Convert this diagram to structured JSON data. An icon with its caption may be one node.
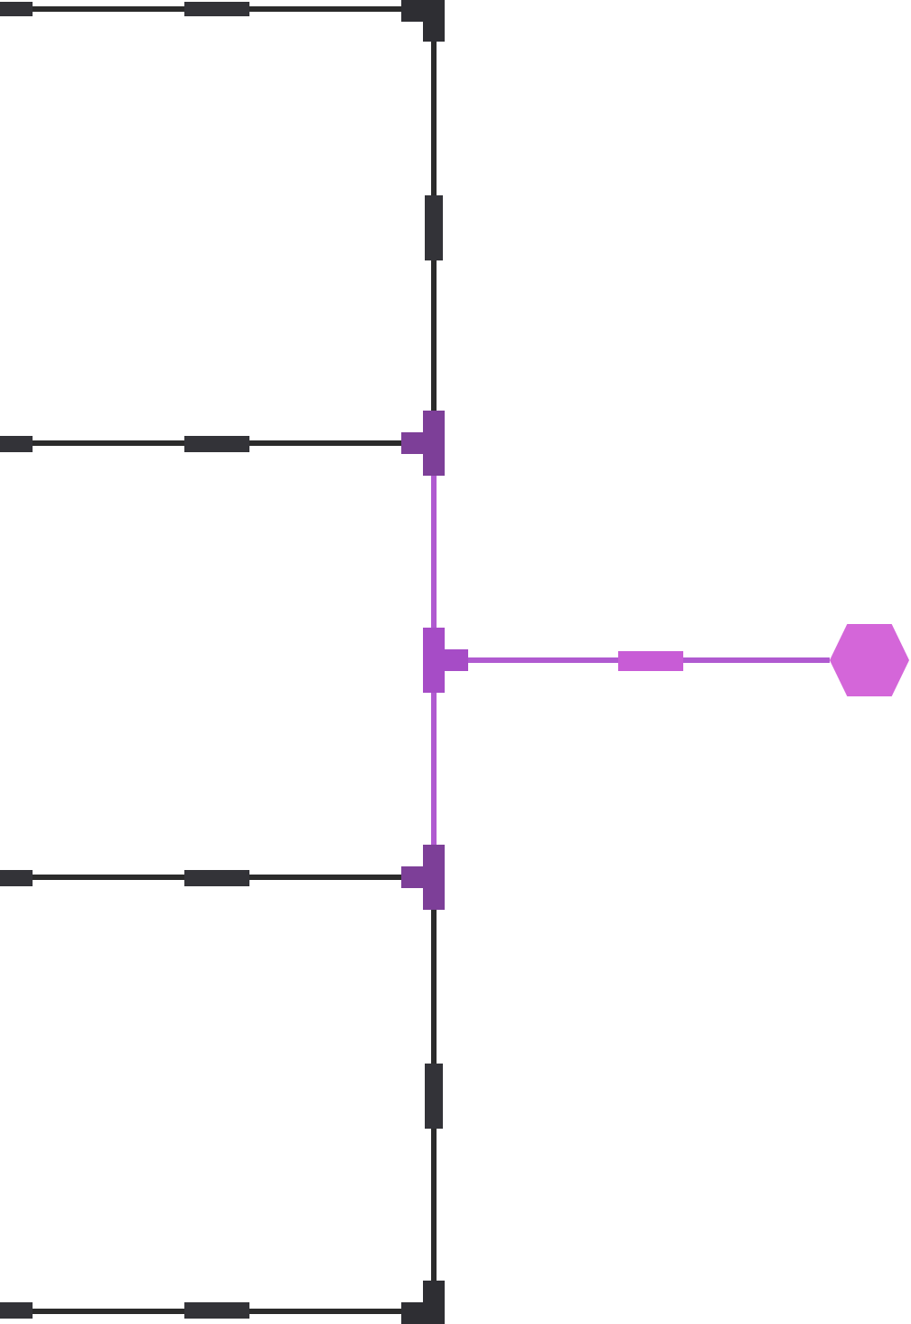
{
  "diagram": {
    "nodes": [
      {
        "text": [],
        "shape": "bar"
      },
      {
        "text": [],
        "shape": "bar"
      },
      {
        "text": [],
        "shape": "bar"
      },
      {
        "text": [],
        "shape": "bar"
      },
      {
        "text": [],
        "shape": "bar"
      },
      {
        "text": [],
        "shape": "hexagon"
      }
    ],
    "edges": [
      {
        "from": null,
        "to": 0,
        "arrow": "none"
      },
      {
        "from": 0,
        "to": 1,
        "arrow": "none"
      },
      {
        "from": null,
        "to": 1,
        "arrow": "none"
      },
      {
        "from": 1,
        "to": 2,
        "arrow": "none",
        "color": "#b05ad0"
      },
      {
        "from": 2,
        "to": 5,
        "arrow": "none",
        "color": "#b05ad0"
      },
      {
        "from": 2,
        "to": 3,
        "arrow": "none",
        "color": "#b05ad0"
      },
      {
        "from": null,
        "to": 3,
        "arrow": "none"
      },
      {
        "from": 3,
        "to": 4,
        "arrow": "none"
      },
      {
        "from": null,
        "to": 4,
        "arrow": "none"
      }
    ]
  }
}
